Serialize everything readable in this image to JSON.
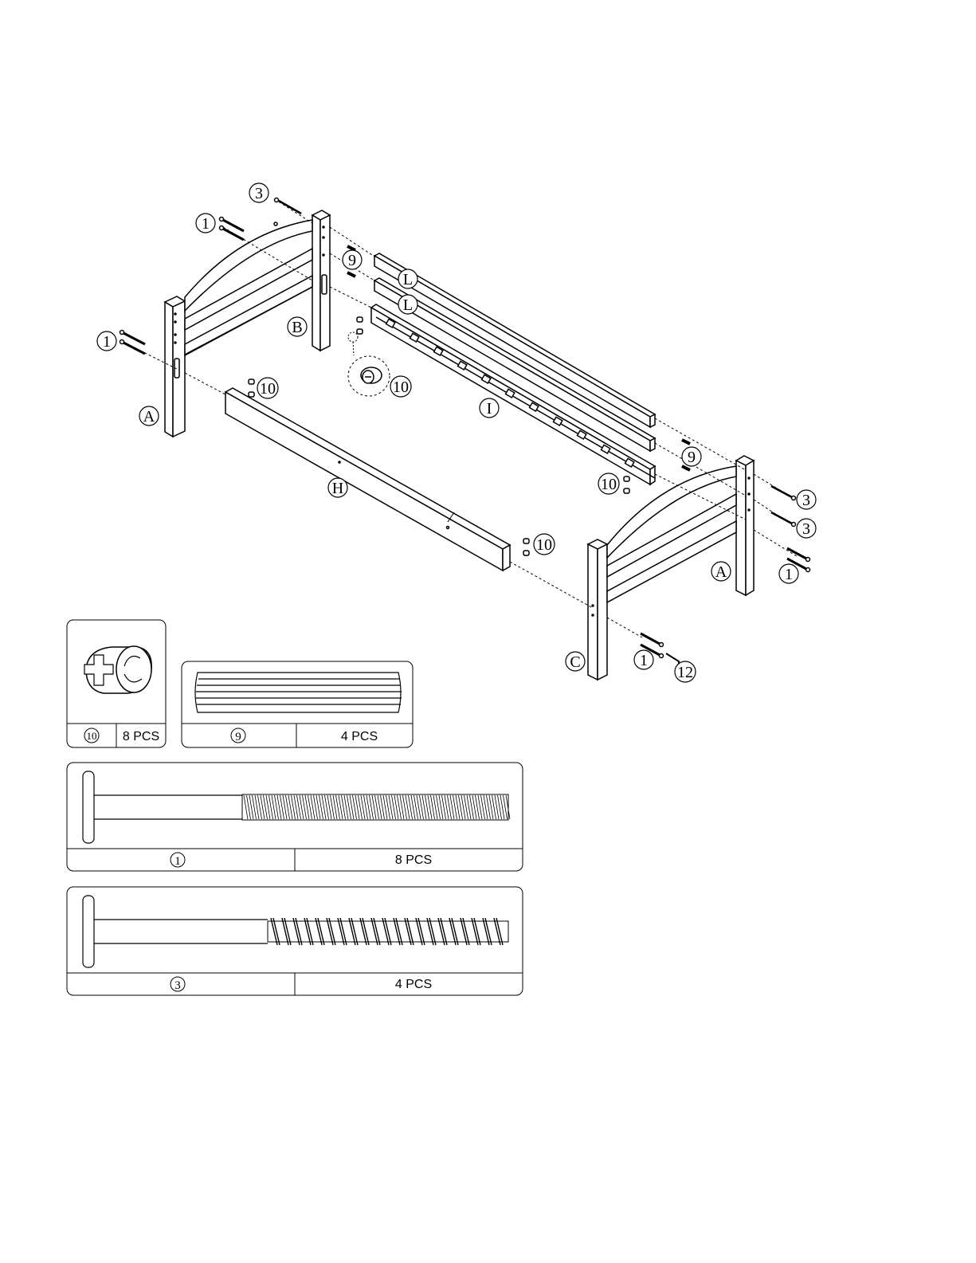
{
  "parts": {
    "A": "A",
    "B": "B",
    "C": "C",
    "H": "H",
    "I": "I",
    "L": "L"
  },
  "hardware": {
    "n1": "1",
    "n3": "3",
    "n9": "9",
    "n10": "10",
    "n12": "12"
  },
  "legend": {
    "cam": {
      "number": "10",
      "qty": "8 PCS"
    },
    "dowel": {
      "number": "9",
      "qty": "4 PCS"
    },
    "bolt": {
      "number": "1",
      "qty": "8 PCS"
    },
    "screw": {
      "number": "3",
      "qty": "4 PCS"
    }
  },
  "colors": {
    "ink": "#000000",
    "paper": "#ffffff"
  }
}
